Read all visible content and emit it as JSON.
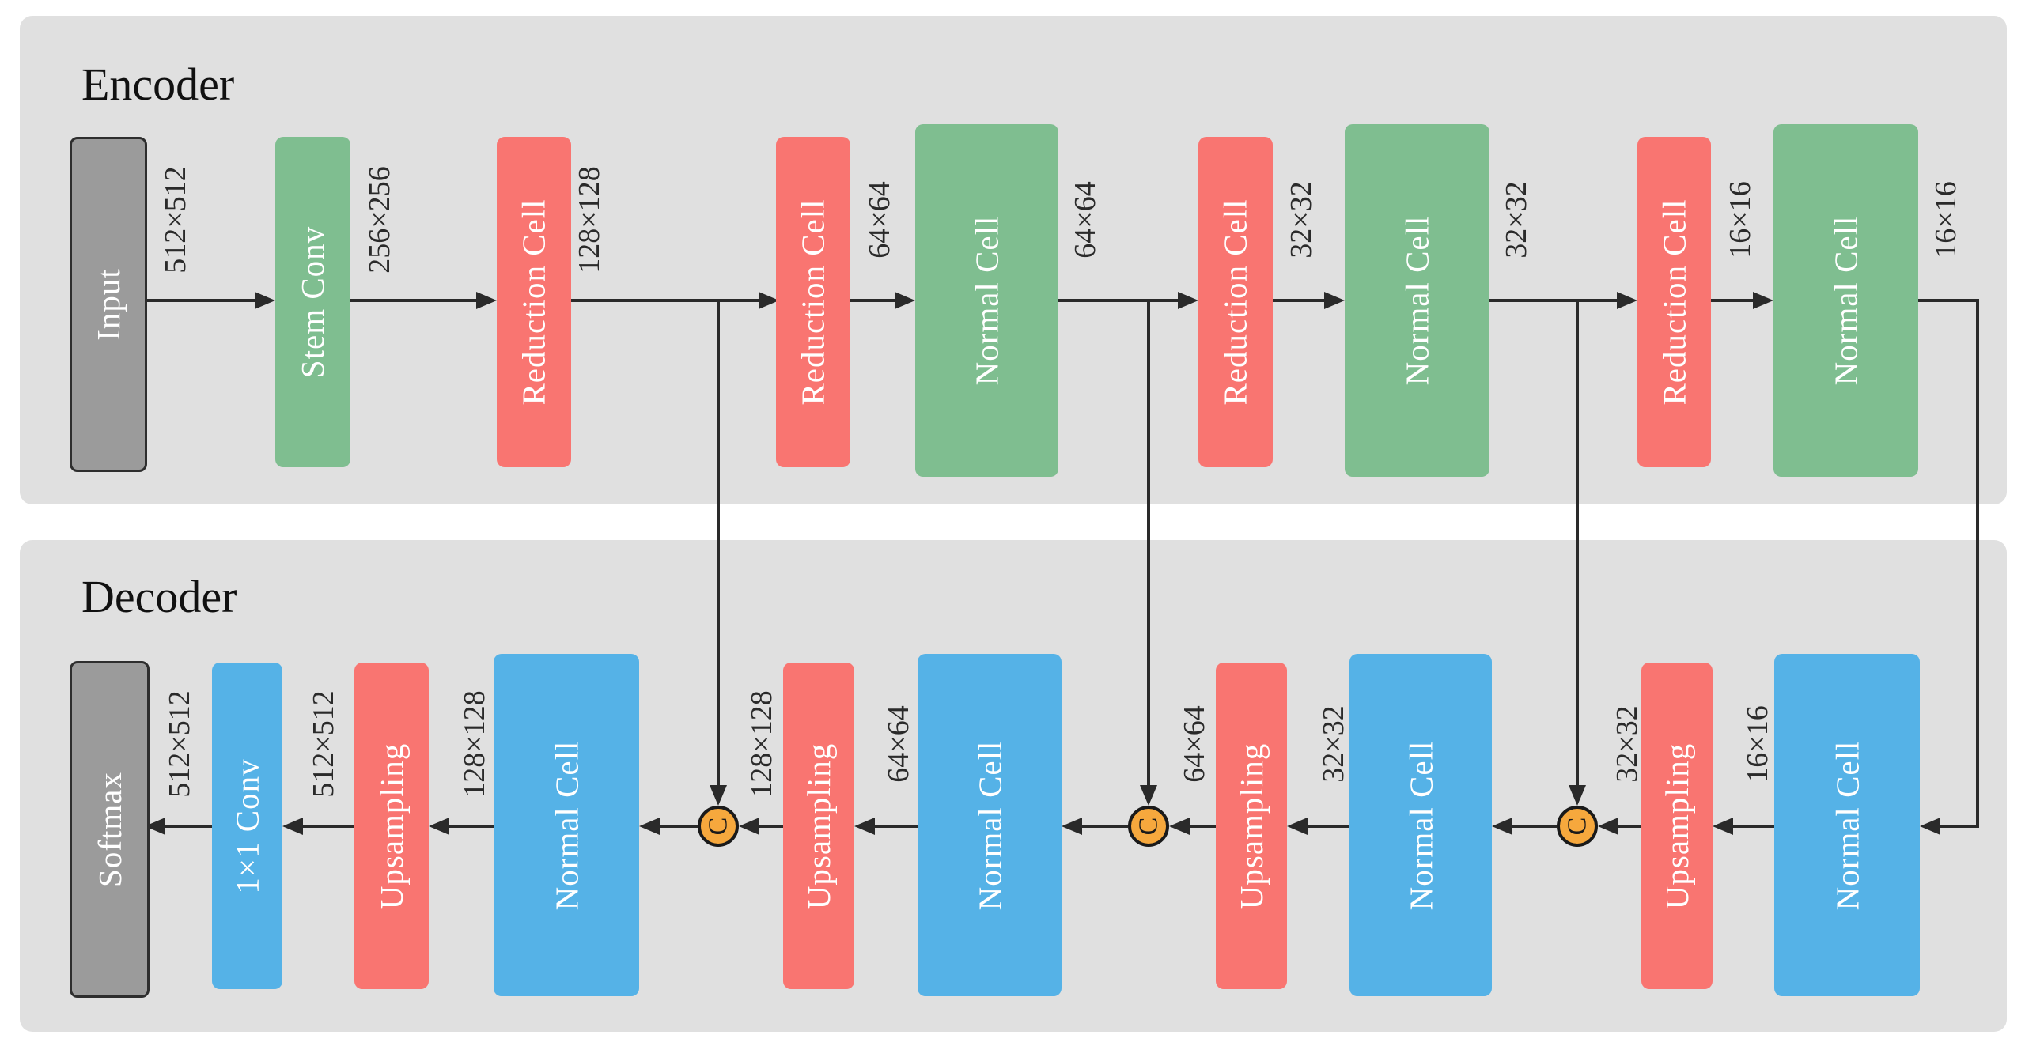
{
  "diagram": {
    "encoder": {
      "title": "Encoder",
      "blocks": [
        {
          "label": "Input"
        },
        {
          "label": "Stem Conv"
        },
        {
          "label": "Reduction Cell"
        },
        {
          "label": "Reduction Cell"
        },
        {
          "label": "Normal Cell"
        },
        {
          "label": "Reduction Cell"
        },
        {
          "label": "Normal Cell"
        },
        {
          "label": "Reduction Cell"
        },
        {
          "label": "Normal Cell"
        }
      ],
      "dims": [
        "512×512",
        "256×256",
        "128×128",
        "64×64",
        "64×64",
        "32×32",
        "32×32",
        "16×16",
        "16×16"
      ]
    },
    "decoder": {
      "title": "Decoder",
      "blocks": [
        {
          "label": "Softmax"
        },
        {
          "label": "1×1 Conv"
        },
        {
          "label": "Upsampling"
        },
        {
          "label": "Normal Cell"
        },
        {
          "label": "Upsampling"
        },
        {
          "label": "Normal Cell"
        },
        {
          "label": "Upsampling"
        },
        {
          "label": "Normal Cell"
        },
        {
          "label": "Upsampling"
        },
        {
          "label": "Normal Cell"
        }
      ],
      "dims": [
        "512×512",
        "512×512",
        "128×128",
        "128×128",
        "64×64",
        "64×64",
        "32×32",
        "32×32",
        "16×16"
      ],
      "concat_label": "C"
    },
    "colors": {
      "panel_bg": "#e0e0e0",
      "encoder_cell_green": "#7fbe90",
      "reduction_red": "#f97571",
      "decoder_cell_blue": "#55b2e7",
      "io_gray": "#9b9b9b",
      "concat_orange": "#f6a83d",
      "arrow_dark": "#2a2a2a"
    }
  }
}
